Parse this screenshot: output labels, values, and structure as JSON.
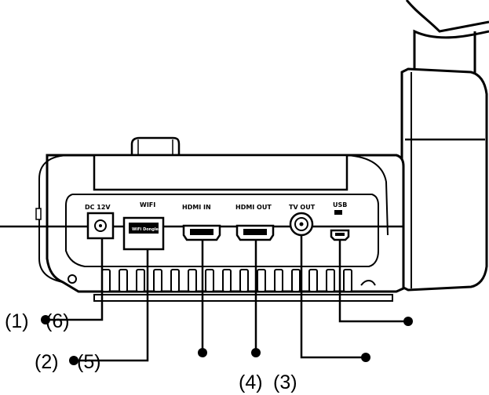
{
  "ports": {
    "dc": "DC 12V",
    "wifi": "WIFI",
    "wifi_dongle": "WiFi Dongle",
    "hdmi_in": "HDMI IN",
    "hdmi_out": "HDMI OUT",
    "tv_out": "TV OUT",
    "usb": "USB"
  },
  "callouts": {
    "c1": "(1)",
    "c6": "(6)",
    "c2": "(2)",
    "c5": "(5)",
    "c4": "(4)",
    "c3": "(3)"
  }
}
